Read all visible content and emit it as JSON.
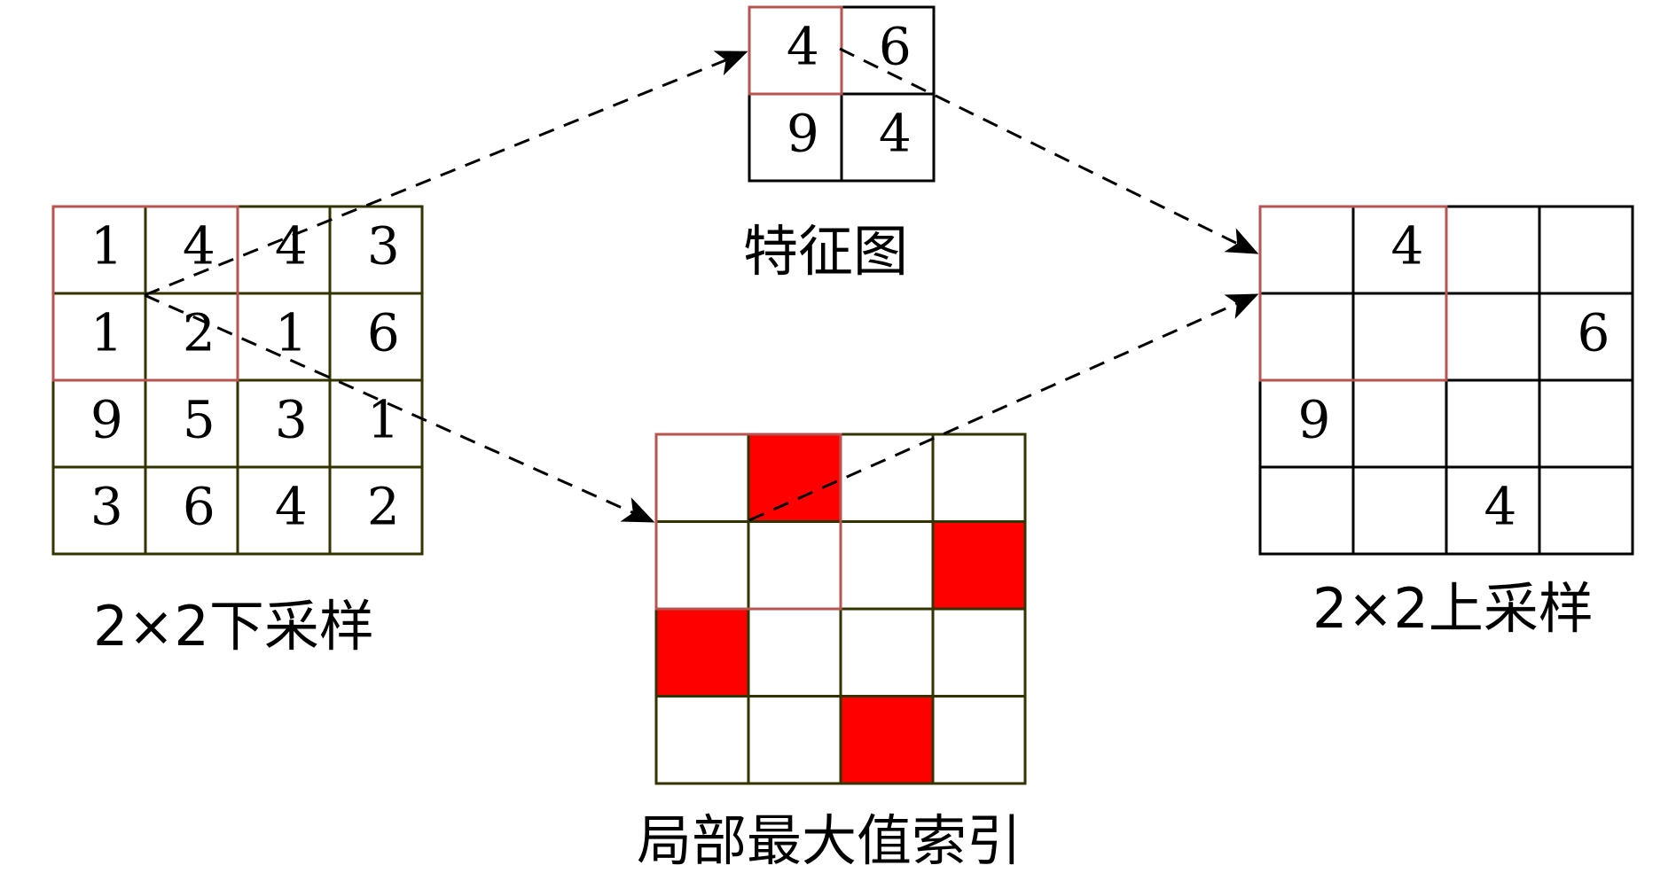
{
  "input_grid": {
    "caption": "2×2下采样",
    "cells": [
      [
        "1",
        "4",
        "4",
        "3"
      ],
      [
        "1",
        "2",
        "1",
        "6"
      ],
      [
        "9",
        "5",
        "3",
        "1"
      ],
      [
        "3",
        "6",
        "4",
        "2"
      ]
    ]
  },
  "feature_map": {
    "caption": "特征图",
    "cells": [
      [
        "4",
        "6"
      ],
      [
        "9",
        "4"
      ]
    ]
  },
  "index_map": {
    "caption": "局部最大值索引",
    "max_cells": [
      [
        0,
        1
      ],
      [
        1,
        3
      ],
      [
        2,
        0
      ],
      [
        3,
        2
      ]
    ],
    "fill_color": "#ff0000"
  },
  "output_grid": {
    "caption": "2×2上采样",
    "cells": [
      [
        "",
        "4",
        "",
        ""
      ],
      [
        "",
        "",
        "",
        "6"
      ],
      [
        "9",
        "",
        "",
        ""
      ],
      [
        "",
        "",
        "4",
        ""
      ]
    ]
  },
  "colors": {
    "highlight_border": "#b85450",
    "grid_border_dark": "#333300",
    "grid_border_black": "#000000",
    "arrow": "#000000"
  }
}
